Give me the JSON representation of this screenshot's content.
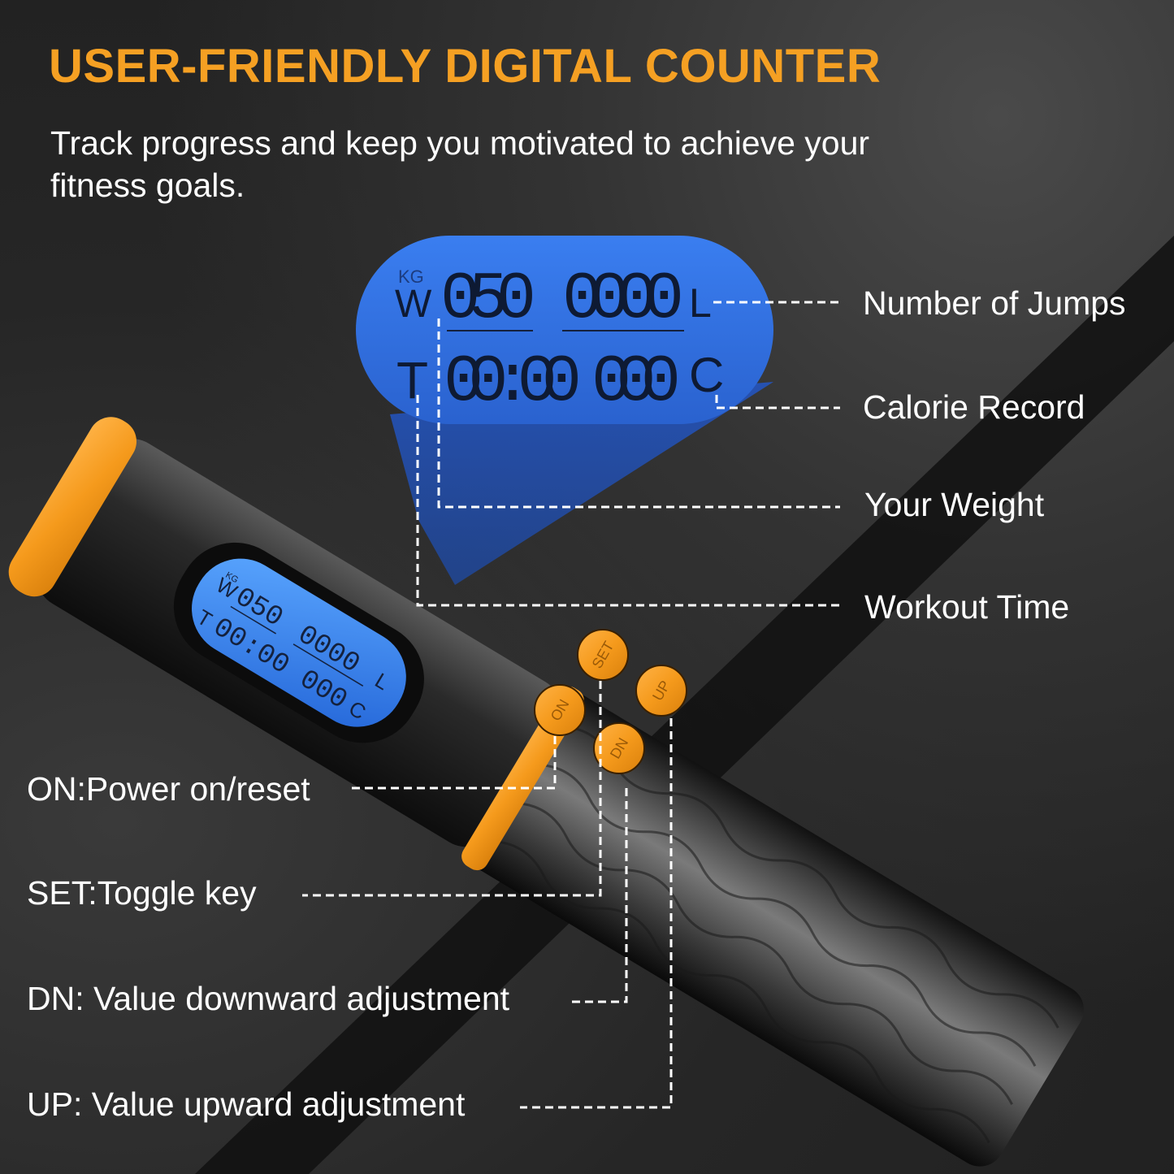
{
  "header": {
    "title": "USER-FRIENDLY DIGITAL COUNTER",
    "subtitle": "Track progress and keep you motivated to achieve your fitness goals."
  },
  "colors": {
    "accent_orange": "#f5a023",
    "lcd_blue": "#2f6fe0",
    "lcd_segment": "#0e1a33",
    "background": "#232323",
    "text": "#ffffff"
  },
  "display": {
    "weight_unit": "KG",
    "weight_prefix": "W",
    "weight_value": "050",
    "jumps_value": "0000",
    "jumps_suffix": "L",
    "time_prefix": "T",
    "time_value": "00:00",
    "calorie_value": "000",
    "calorie_suffix": "C"
  },
  "display_callouts": [
    {
      "label": "Number of Jumps"
    },
    {
      "label": "Calorie Record"
    },
    {
      "label": "Your Weight"
    },
    {
      "label": "Workout Time"
    }
  ],
  "buttons": [
    {
      "key": "ON",
      "label": "ON"
    },
    {
      "key": "SET",
      "label": "SET"
    },
    {
      "key": "DN",
      "label": "DN"
    },
    {
      "key": "UP",
      "label": "UP"
    }
  ],
  "button_callouts": [
    {
      "label": "ON:Power on/reset"
    },
    {
      "label": "SET:Toggle key"
    },
    {
      "label": "DN: Value downward adjustment"
    },
    {
      "label": "UP: Value upward adjustment"
    }
  ]
}
